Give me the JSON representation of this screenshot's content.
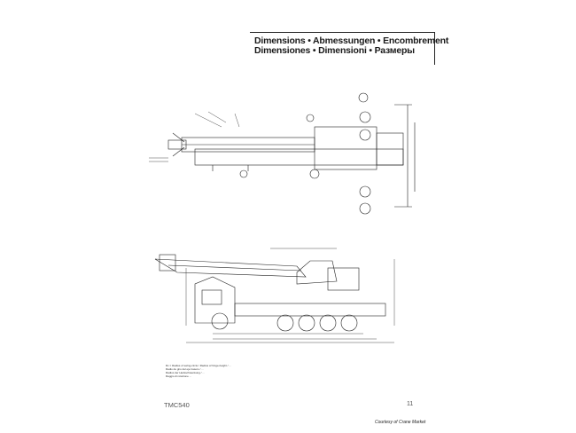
{
  "header": {
    "title_line1": "Dimensions • Abmessungen • Encombrement",
    "title_line2": "Dimensiones • Dimensioni • Размеры"
  },
  "footnote": [
    "Rv = Radius of swing-circle / Radius of hinge-height / ...",
    "Radio de giro del eje trasero / ...",
    "Radius der Heckschwenkung / ...",
    "Raggio di rotazione ..."
  ],
  "footer": {
    "model": "TMC540",
    "page_number": "11",
    "courtesy": "Courtesy of Crane Market"
  }
}
